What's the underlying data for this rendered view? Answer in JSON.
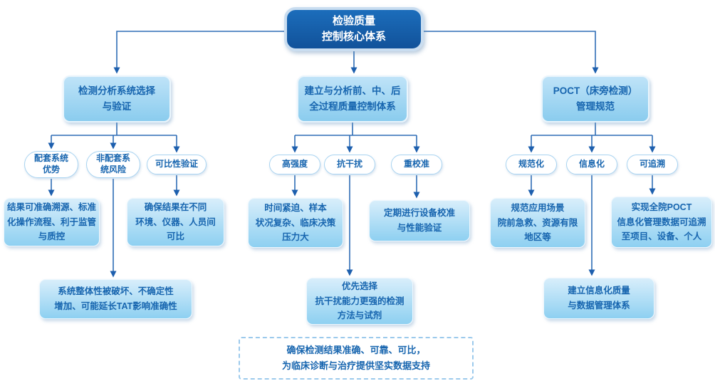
{
  "title": "检验质量控制核心体系流程图",
  "colors": {
    "root_fill": "#14549c",
    "root_border": "#c9ddf0",
    "node_fill_top": "#d8eefb",
    "node_fill_bottom": "#8ed0f1",
    "text_blue": "#1765af",
    "line_blue": "#2e6db5"
  },
  "root": {
    "title": "检验质量\n控制核心体系"
  },
  "branches": [
    {
      "header": "检测分析系统选择\n与验证",
      "pills": [
        "配套系统\n优势",
        "非配套系\n统风险",
        "可比性验证"
      ],
      "boxes": [
        "结果可准确溯源、标准\n化操作流程、利于监管\n与质控",
        "确保结果在不同\n环境、仪器、人员间\n可比"
      ],
      "bottom": "系统整体性被破坏、不确定性\n增加、可能延长TAT影响准确性"
    },
    {
      "header": "建立与分析前、中、后\n全过程质量控制体系",
      "pills": [
        "高强度",
        "抗干扰",
        "重校准"
      ],
      "boxes": [
        "时间紧迫、样本\n状况复杂、临床决策\n压力大",
        "定期进行设备校准\n与性能验证"
      ],
      "bottom": "优先选择\n抗干扰能力更强的检测\n方法与试剂"
    },
    {
      "header": "POCT（床旁检测）\n管理规范",
      "pills": [
        "规范化",
        "信息化",
        "可追溯"
      ],
      "boxes": [
        "规范应用场景\n院前急救、资源有限\n地区等",
        "实现全院POCT\n信息化管理数据可追溯\n至项目、设备、个人"
      ],
      "bottom": "建立信息化质量\n与数据管理体系"
    }
  ],
  "footer": {
    "text": "确保检测结果准确、可靠、可比，\n为临床诊断与治疗提供坚实数据支持"
  }
}
